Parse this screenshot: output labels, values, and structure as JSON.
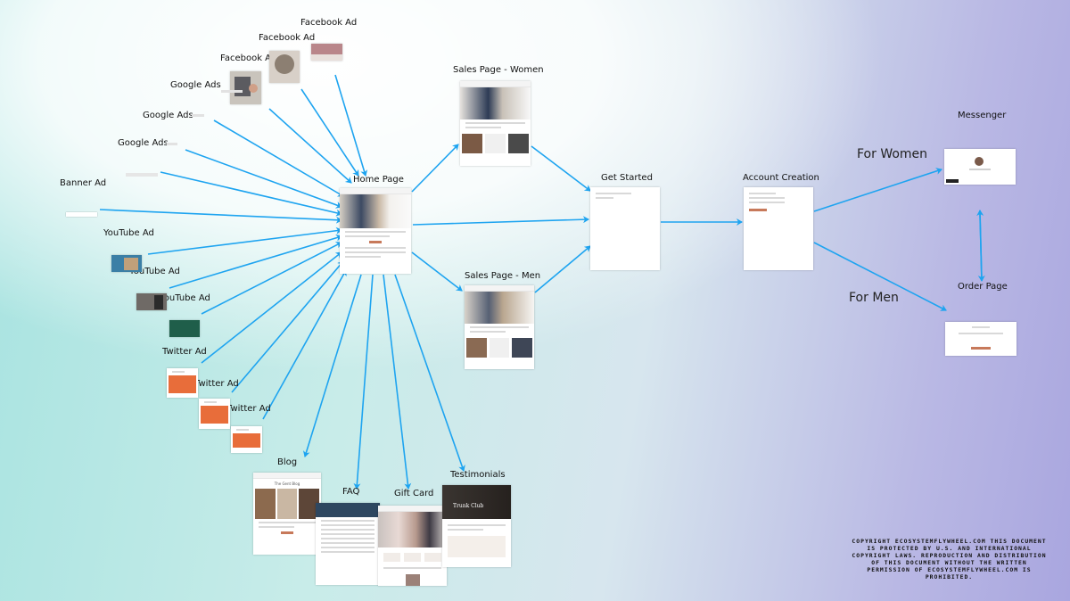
{
  "labels": {
    "facebook_ad_1": "Facebook Ad",
    "facebook_ad_2": "Facebook Ad",
    "facebook_ad_3": "Facebook Ad",
    "google_ads_1": "Google Ads",
    "google_ads_2": "Google Ads",
    "google_ads_3": "Google Ads",
    "banner_ad": "Banner Ad",
    "youtube_ad_1": "YouTube Ad",
    "youtube_ad_2": "YouTube Ad",
    "youtube_ad_3": "YouTube Ad",
    "twitter_ad_1": "Twitter Ad",
    "twitter_ad_2": "Twitter Ad",
    "twitter_ad_3": "Twitter Ad",
    "home_page": "Home Page",
    "sales_page_women": "Sales Page - Women",
    "sales_page_men": "Sales Page - Men",
    "get_started": "Get Started",
    "account_creation": "Account Creation",
    "messenger": "Messenger",
    "order_page": "Order Page",
    "for_women": "For Women",
    "for_men": "For Men",
    "blog": "Blog",
    "faq": "FAQ",
    "gift_card": "Gift Card",
    "testimonials": "Testimonials"
  },
  "thumb_text": {
    "trunk_club": "Trunk Club",
    "blog_title": "The Gent Blog"
  },
  "copyright": "COPYRIGHT ECOSYSTEMFLYWHEEL.COM THIS DOCUMENT IS PROTECTED BY U.S. AND INTERNATIONAL COPYRIGHT LAWS. REPRODUCTION AND DISTRIBUTION OF THIS DOCUMENT WITHOUT THE WRITTEN PERMISSION OF ECOSYSTEMFLYWHEEL.COM IS PROHIBITED.",
  "colors": {
    "arrow": "#1ea4f0",
    "accent": "#c7795a",
    "dark_green": "#1f5e4a",
    "orange": "#e86d3a"
  }
}
